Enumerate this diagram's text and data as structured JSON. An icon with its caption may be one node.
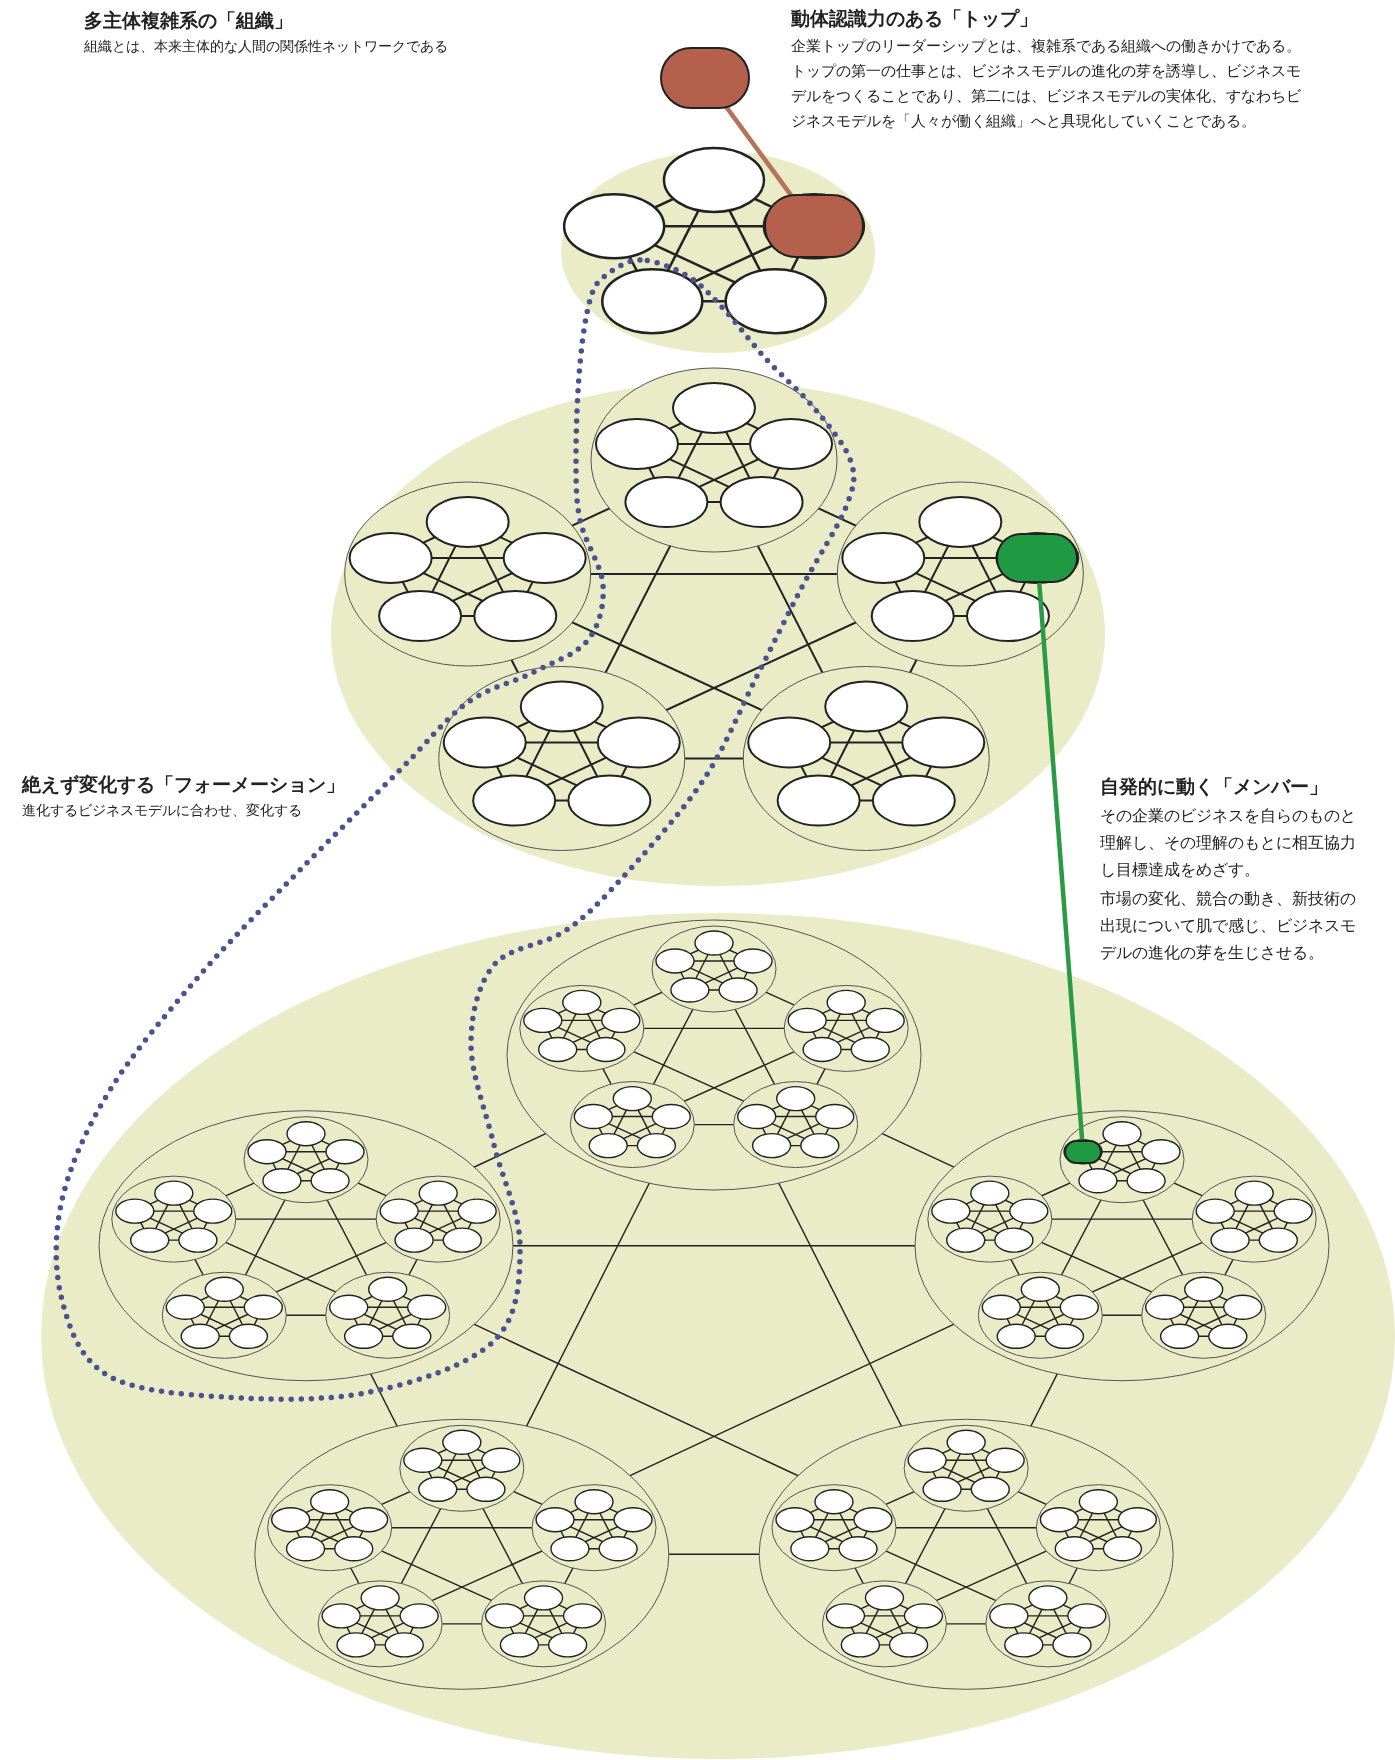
{
  "diagram": {
    "nodes": [
      {
        "text": [],
        "shape": "circle"
      },
      {
        "text": [],
        "shape": "circle"
      },
      {
        "text": [],
        "shape": "circle"
      },
      {
        "text": [],
        "shape": "circle"
      }
    ],
    "edges": [
      {
        "from": 0,
        "to": 1,
        "arrow": "none",
        "color": "#b5735a"
      },
      {
        "from": 2,
        "to": 3,
        "arrow": "none",
        "color": "#2a9a45"
      }
    ],
    "labels": [
      "多主体複雑系の「組織」",
      "組織とは、本来主体的な人間の関係性ネットワークである",
      "動体認識力のある「トップ」",
      "企業トップのリーダーシップとは、複雑系である組織への働きかけである。トップの第一の仕事とは、ビジネスモデルの進化の芽を誘導し、ビジネスモデルをつくることであり、第二には、ビジネスモデルの実体化、すなわちビジネスモデルを「人々が働く組織」へと具現化していくことである。",
      "絶えず変化する「フォーメーション」",
      "進化するビジネスモデルに合わせ、変化する",
      "自発的に動く「メンバー」",
      "その企業のビジネスを自らのものと理解し、その理解のもとに相互協力し目標達成をめざす。",
      "市場の変化、競合の動き、新技術の出現について肌で感じ、ビジネスモデルの進化の芽を生じさせる。"
    ]
  }
}
